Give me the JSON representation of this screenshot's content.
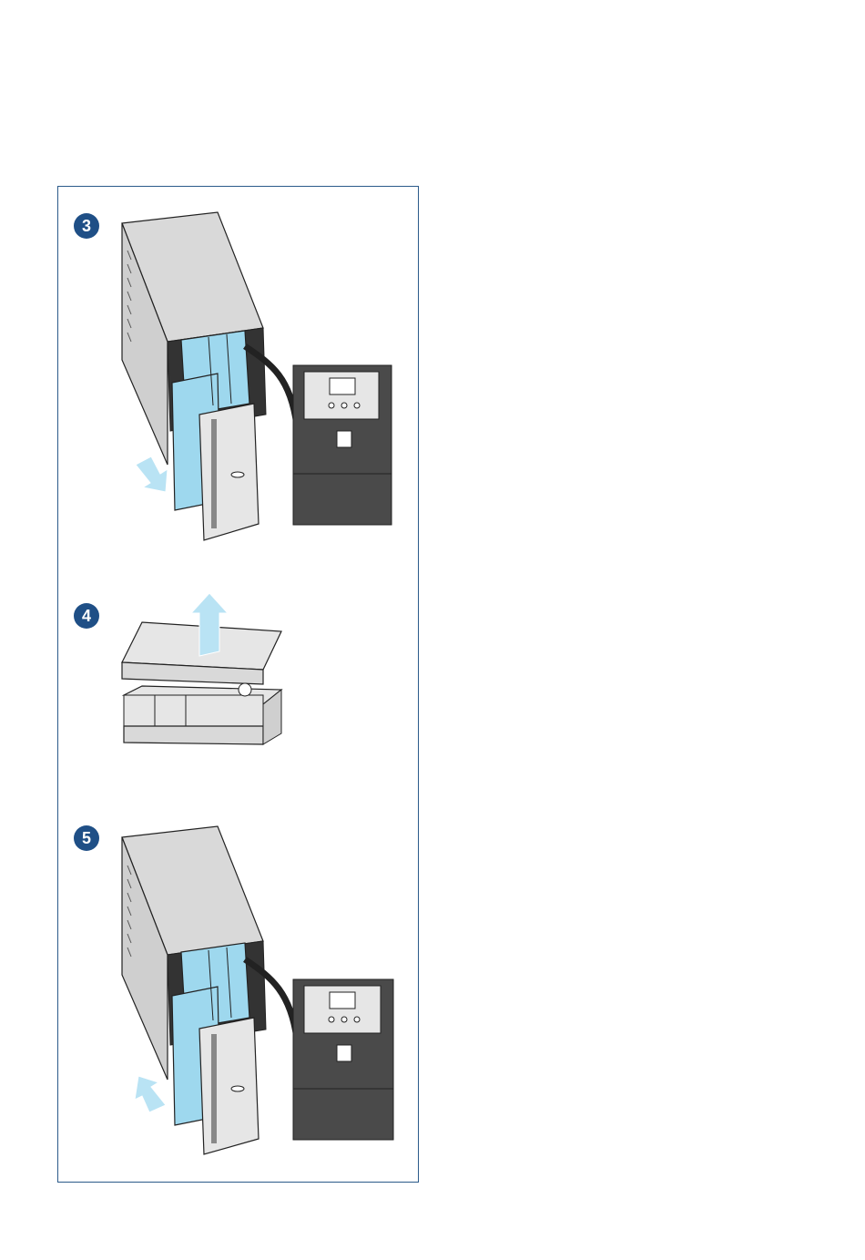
{
  "colors": {
    "frame_border": "#2b5a8a",
    "badge": "#1f4f86",
    "battery_blue": "#9ed8ee",
    "arrow_blue": "#b9e3f4",
    "panel_dark": "#4a4a4a",
    "cabinet_gray": "#d9d9d9",
    "outline": "#222222"
  },
  "steps": [
    {
      "number": "3",
      "arrow": "pull-out-arrow"
    },
    {
      "number": "4",
      "arrow": "lift-up-arrow"
    },
    {
      "number": "5",
      "arrow": "push-in-arrow"
    }
  ]
}
